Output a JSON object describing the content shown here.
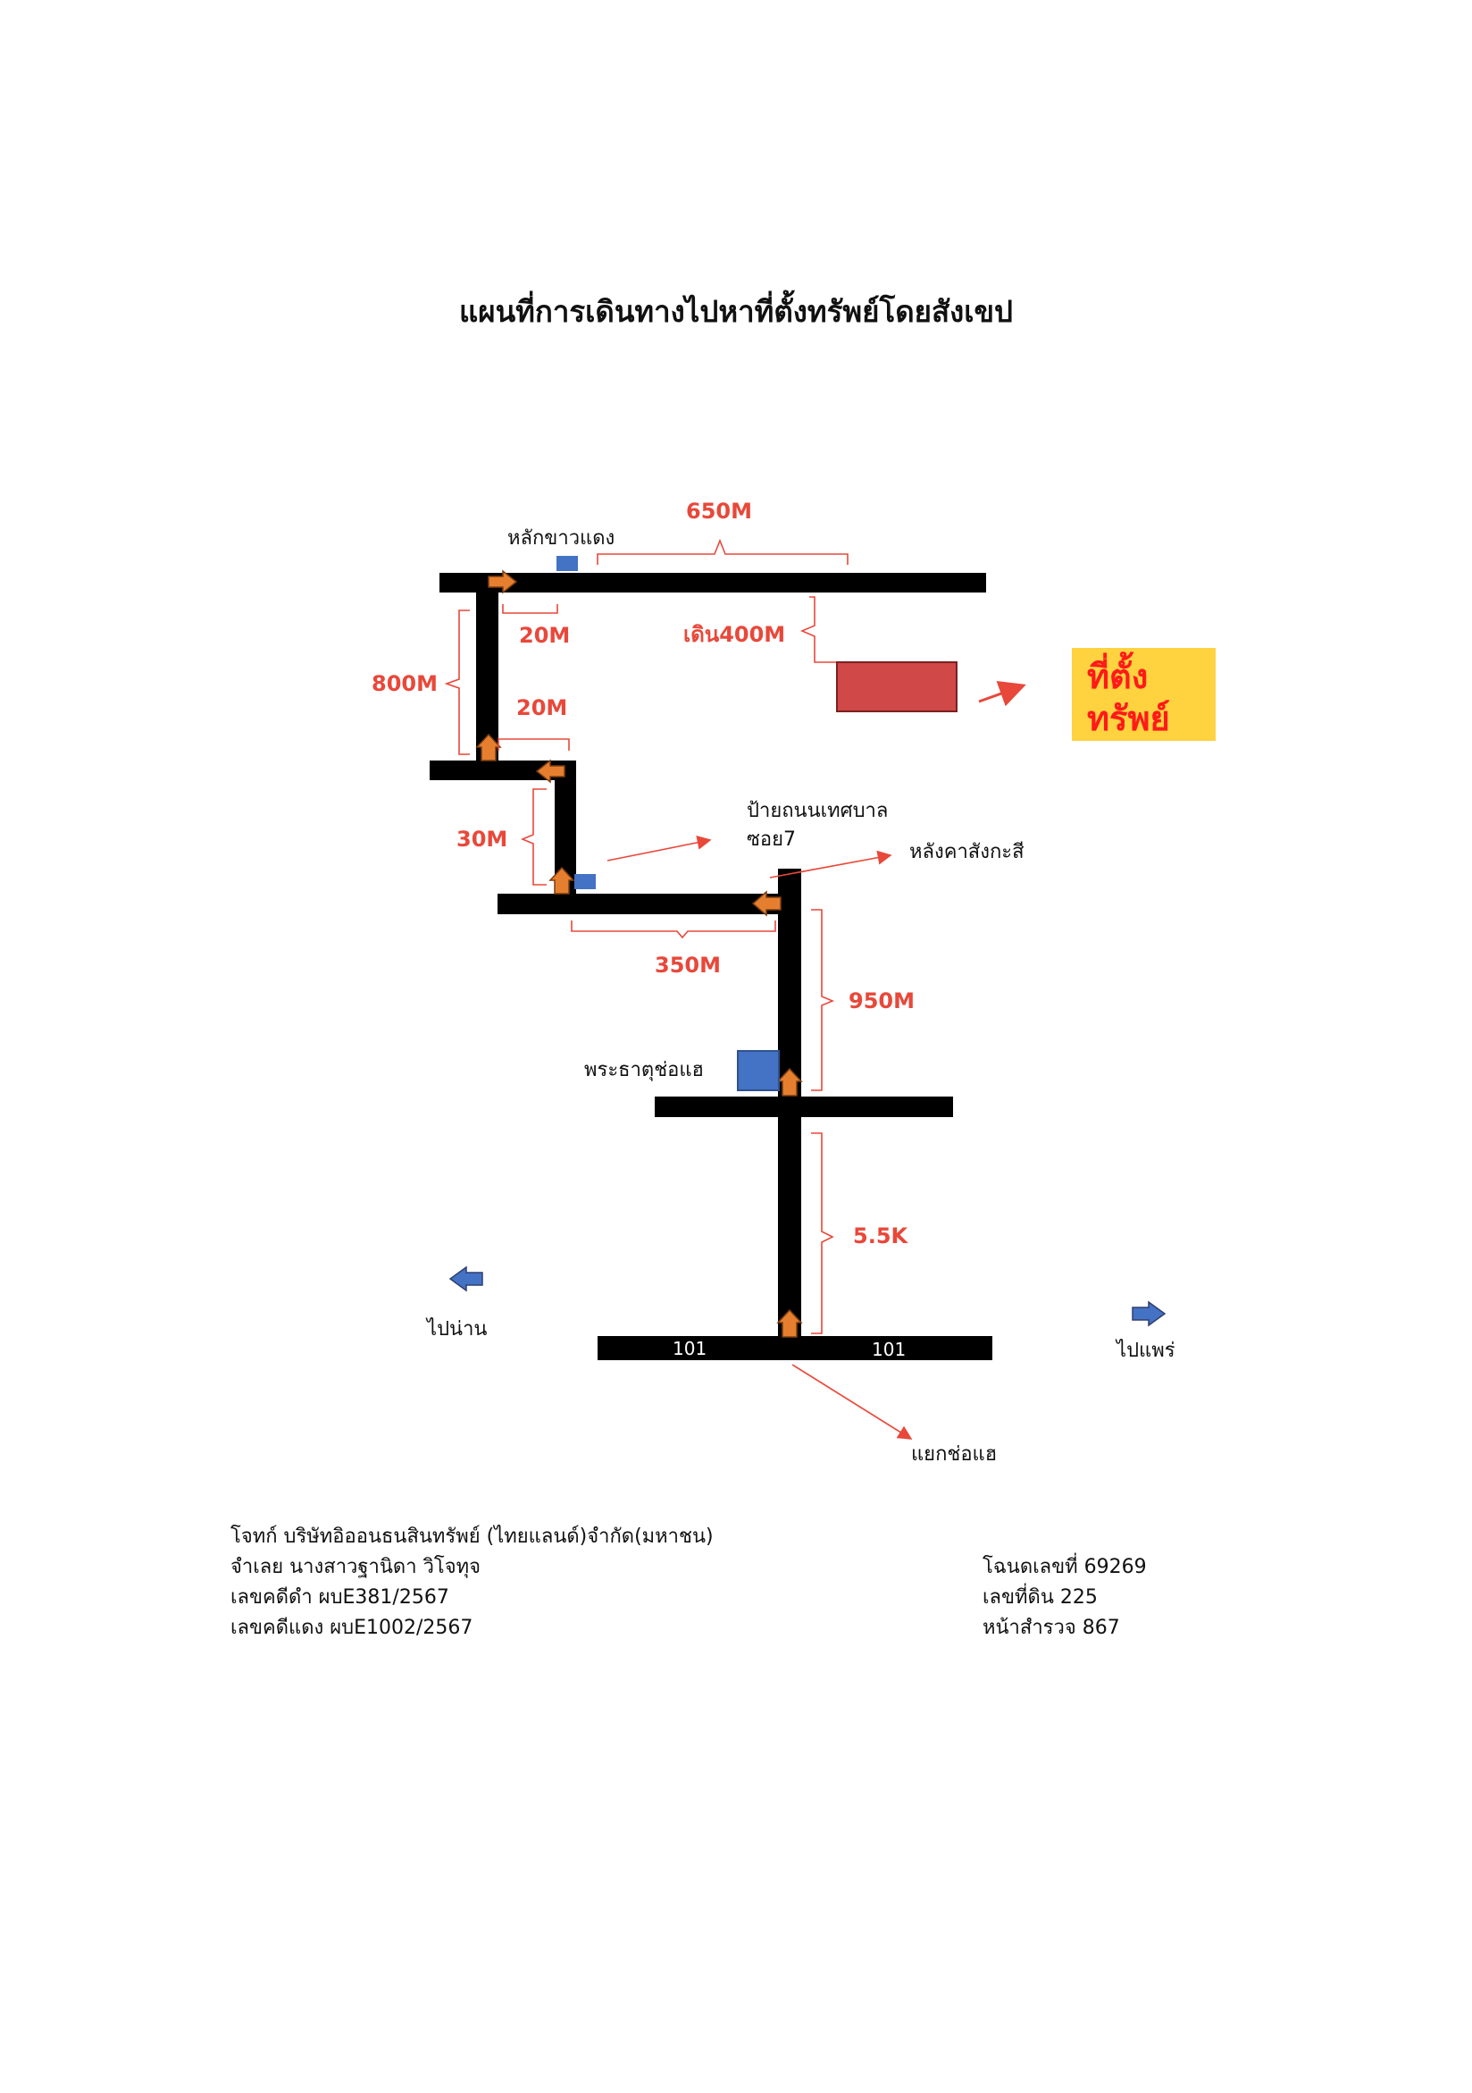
{
  "title": "แผนที่การเดินทางไปหาที่ตั้งทรัพย์โดยสังเขป",
  "map": {
    "distances": {
      "d650": "650M",
      "d20_top": "20M",
      "d400": "เดิน400M",
      "d800": "800M",
      "d20_mid": "20M",
      "d30": "30M",
      "d350": "350M",
      "d950": "950M",
      "d5_5": "5.5K"
    },
    "labels": {
      "white_red_post": "หลักขาวแดง",
      "municipal_sign_line1": "ป้ายถนนเทศบาล",
      "municipal_sign_line2": "ซอย7",
      "zinc_roof": "หลังคาสังกะสี",
      "temple": "พระธาตุช่อแฮ",
      "to_nan": "ไปน่าน",
      "to_phrae": "ไปแพร่",
      "junction": "แยกช่อแฮ",
      "road_101_left": "101",
      "road_101_right": "101"
    },
    "destination": {
      "line1": "ที่ตั้ง",
      "line2": "ทรัพย์"
    },
    "colors": {
      "road": "#000000",
      "arrow_orange": "#e57f2f",
      "distance_red": "#e8483a",
      "landmark_blue": "#4472c4",
      "property_red": "#d04848",
      "destination_yellow": "#ffd23f",
      "destination_text": "#ff1a1a"
    }
  },
  "case_info": {
    "plaintiff": "โจทก์ บริษัทอิออนธนสินทรัพย์ (ไทยแลนด์)จำกัด(มหาชน)",
    "defendant": "จำเลย นางสาวฐานิดา วิโจทุจ",
    "black_case": "เลขคดีดำ ผบE381/2567",
    "red_case": "เลขคดีแดง ผบE1002/2567"
  },
  "land_info": {
    "deed_no": "โฉนดเลขที่ 69269",
    "land_no": "เลขที่ดิน  225",
    "survey_page": "หน้าสำรวจ 867"
  }
}
